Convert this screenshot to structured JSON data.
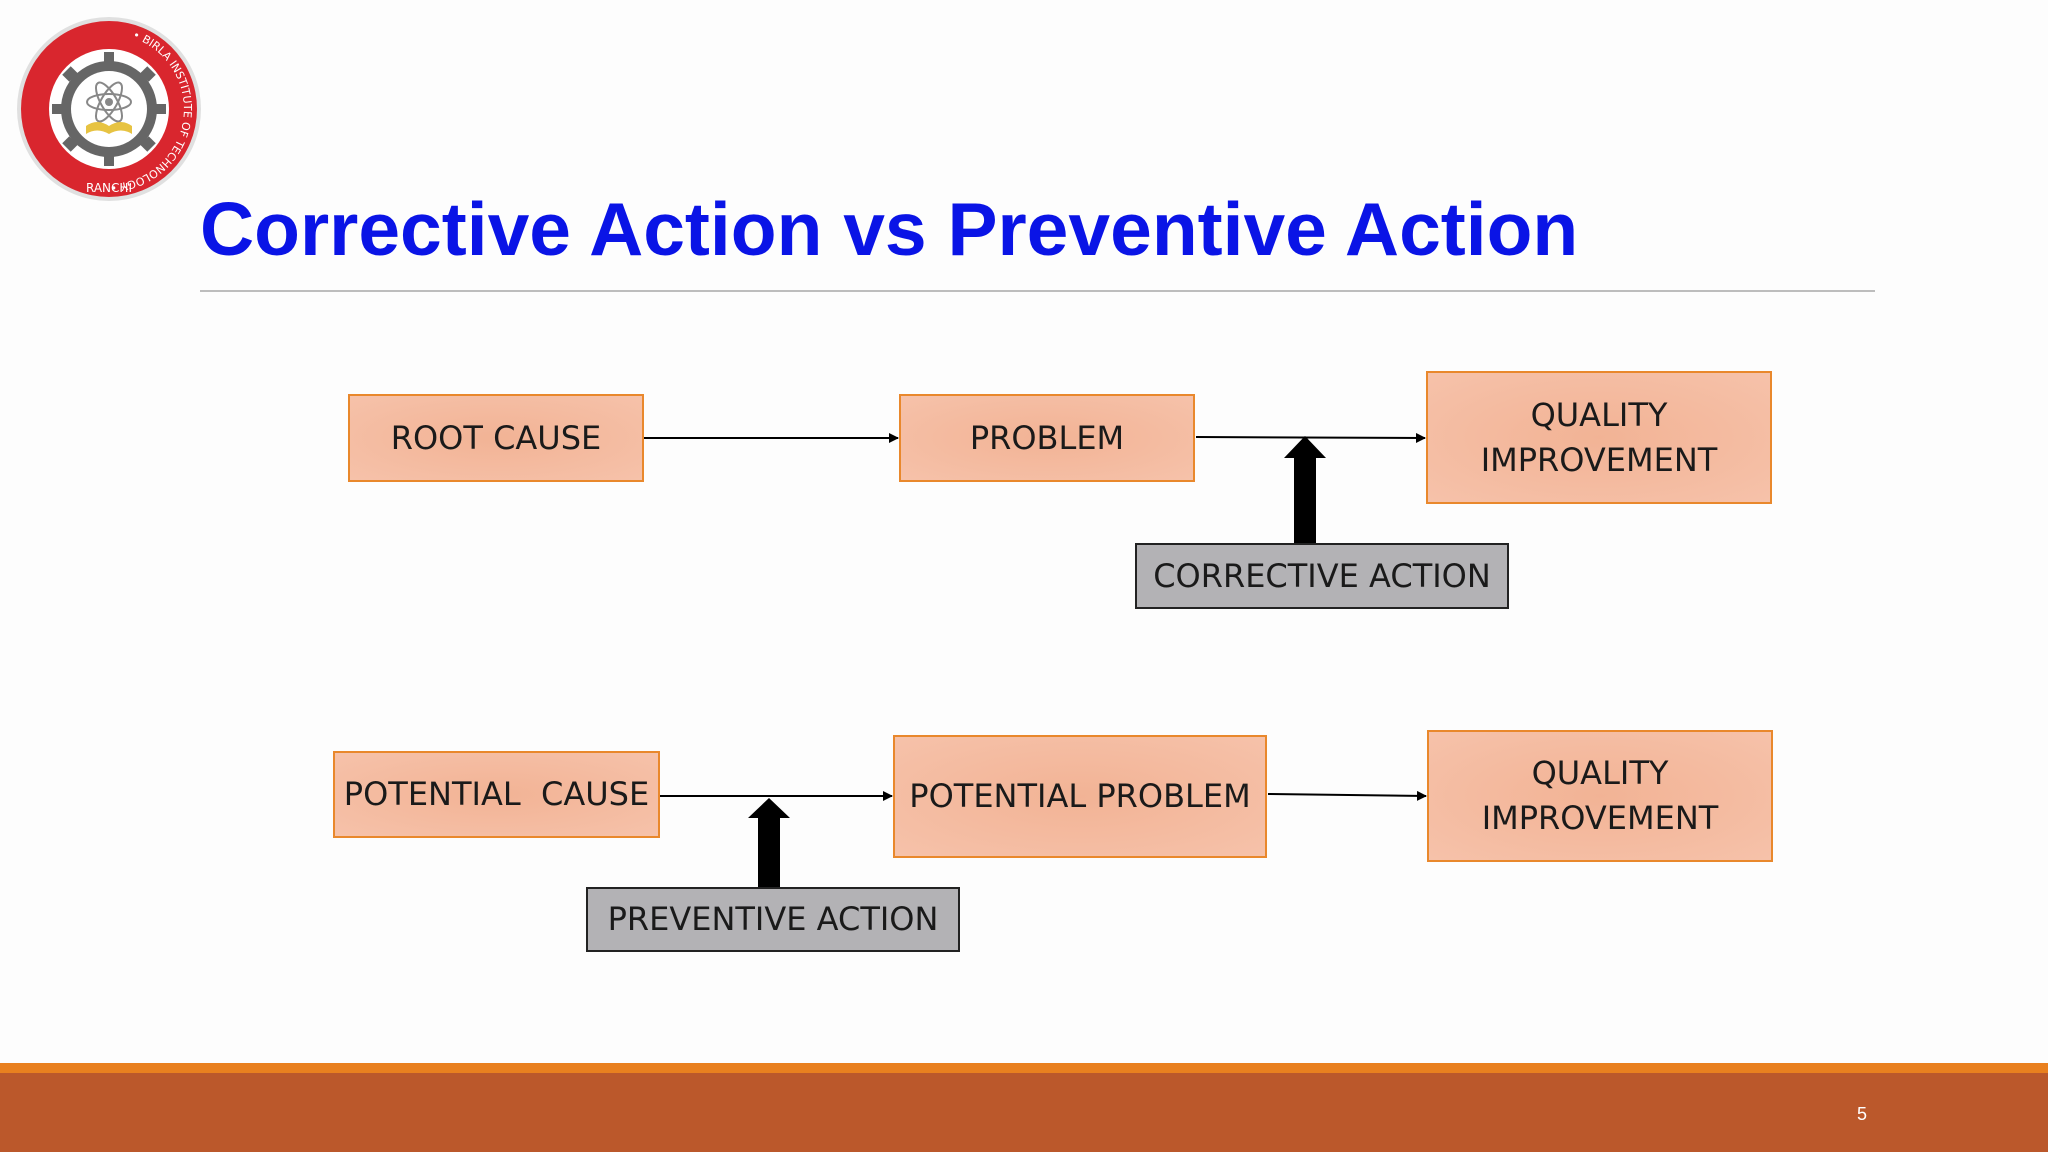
{
  "slide": {
    "title": "Corrective Action vs Preventive Action",
    "page_number": "5",
    "logo_text": "RANCHI"
  },
  "corrective_flow": {
    "root_cause": "ROOT CAUSE",
    "problem": "PROBLEM",
    "quality_improvement": "QUALITY\nIMPROVEMENT",
    "action": "CORRECTIVE ACTION"
  },
  "preventive_flow": {
    "potential_cause": "POTENTIAL  CAUSE",
    "potential_problem": "POTENTIAL PROBLEM",
    "quality_improvement": "QUALITY\nIMPROVEMENT",
    "action": "PREVENTIVE ACTION"
  },
  "colors": {
    "title": "#0a14e6",
    "box_fill": "#f6c2aa",
    "box_border": "#e9882c",
    "action_fill": "#b3b2b5",
    "footer": "#bb582b",
    "footer_line": "#e9801f"
  }
}
